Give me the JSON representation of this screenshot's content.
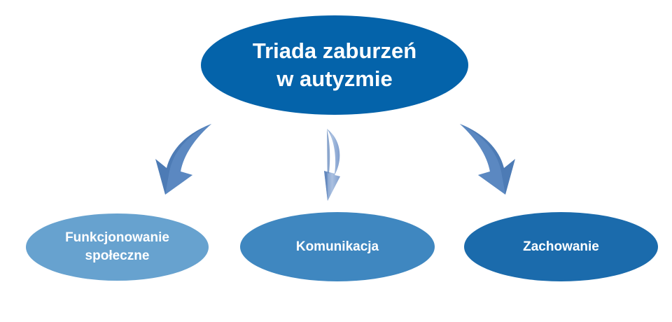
{
  "root": {
    "label": "Triada zaburzeń\nw autyzmie",
    "color": "#0463aa"
  },
  "children": [
    {
      "label": "Funkcjonowanie\nspołeczne",
      "color": "#67a2cf"
    },
    {
      "label": "Komunikacja",
      "color": "#3f87c0"
    },
    {
      "label": "Zachowanie",
      "color": "#1b6bac"
    }
  ],
  "arrows": [
    {
      "direction": "down-left",
      "color": "#4d7bb5"
    },
    {
      "direction": "down",
      "color": "#9cb5d8"
    },
    {
      "direction": "down-right",
      "color": "#4d7bb5"
    }
  ]
}
